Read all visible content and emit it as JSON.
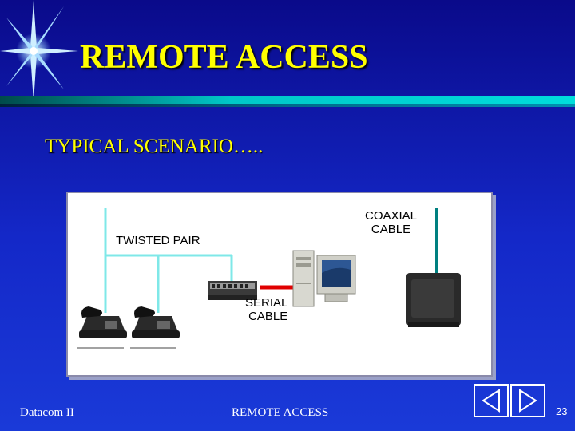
{
  "slide": {
    "title": "REMOTE ACCESS",
    "subtitle": "TYPICAL SCENARIO…..",
    "colors": {
      "title": "#ffff00",
      "background": "#1428c8",
      "twisted_pair_line": "#7fe8e8",
      "serial_line": "#e00000",
      "coaxial_line": "#008080"
    }
  },
  "diagram": {
    "labels": {
      "twisted_pair": "TWISTED PAIR",
      "coaxial_line1": "COAXIAL",
      "coaxial_line2": "CABLE",
      "serial_line1": "SERIAL",
      "serial_line2": "CABLE"
    },
    "devices": [
      "telephone-icon",
      "telephone-icon",
      "network-hub-icon",
      "desktop-computer-icon",
      "television-icon"
    ]
  },
  "footer": {
    "left": "Datacom II",
    "center": "REMOTE ACCESS",
    "page": "23"
  },
  "nav": {
    "prev_icon": "back-arrow-icon",
    "next_icon": "forward-arrow-icon"
  }
}
